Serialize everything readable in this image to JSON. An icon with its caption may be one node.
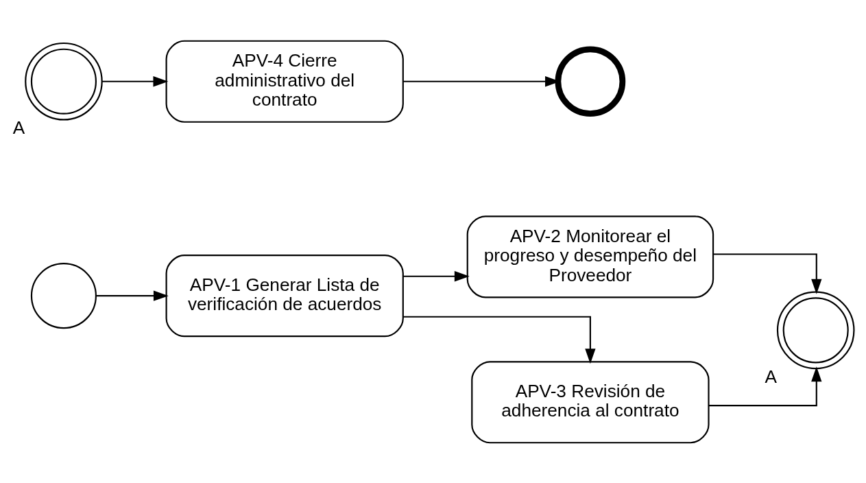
{
  "diagram": {
    "nodes": [
      {
        "text": [],
        "shape": "circle"
      },
      {
        "text": [
          "APV-1 Generar Lista de verificación de acuerdos"
        ]
      },
      {
        "text": [
          "APV-2 Monitorear el progreso y desempeño del Proveedor"
        ]
      },
      {
        "text": [
          "APV-3 Revisión de adherencia al contrato"
        ]
      },
      {
        "text": [],
        "shape": "circle",
        "beside": [
          "A"
        ]
      },
      {
        "text": [],
        "shape": "circle",
        "beside": [
          "A"
        ]
      },
      {
        "text": [
          "APV-4 Cierre administrativo del contrato"
        ]
      },
      {
        "text": [],
        "shape": "circle"
      }
    ],
    "edges": [
      {
        "from": 0,
        "to": 1,
        "arrow": "to"
      },
      {
        "from": 1,
        "to": 2,
        "arrow": "to"
      },
      {
        "from": 1,
        "to": 3,
        "arrow": "to"
      },
      {
        "from": 2,
        "to": 4,
        "arrow": "to"
      },
      {
        "from": 3,
        "to": 4,
        "arrow": "to"
      },
      {
        "from": 5,
        "to": 6,
        "arrow": "to"
      },
      {
        "from": 6,
        "to": 7,
        "arrow": "to"
      }
    ]
  }
}
